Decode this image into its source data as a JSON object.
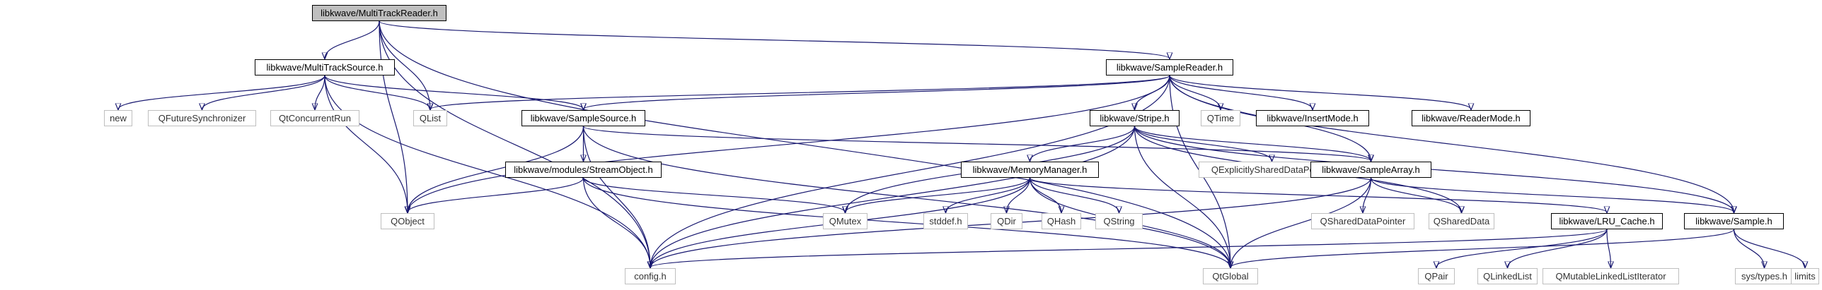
{
  "diagram": {
    "nodes": [
      {
        "id": "root",
        "label": "libkwave/MultiTrackReader.h",
        "kind": "root",
        "link": true
      },
      {
        "id": "mts",
        "label": "libkwave/MultiTrackSource.h",
        "kind": "doc",
        "link": true
      },
      {
        "id": "sr",
        "label": "libkwave/SampleReader.h",
        "kind": "doc",
        "link": true
      },
      {
        "id": "new",
        "label": "new",
        "kind": "ext",
        "link": false
      },
      {
        "id": "qfs",
        "label": "QFutureSynchronizer",
        "kind": "ext",
        "link": false
      },
      {
        "id": "qcr",
        "label": "QtConcurrentRun",
        "kind": "ext",
        "link": false
      },
      {
        "id": "qlist",
        "label": "QList",
        "kind": "ext",
        "link": false
      },
      {
        "id": "ss",
        "label": "libkwave/SampleSource.h",
        "kind": "doc",
        "link": true
      },
      {
        "id": "stripe",
        "label": "libkwave/Stripe.h",
        "kind": "doc",
        "link": true
      },
      {
        "id": "qtime",
        "label": "QTime",
        "kind": "ext",
        "link": false
      },
      {
        "id": "im",
        "label": "libkwave/InsertMode.h",
        "kind": "doc",
        "link": true
      },
      {
        "id": "rm",
        "label": "libkwave/ReaderMode.h",
        "kind": "doc",
        "link": true
      },
      {
        "id": "so",
        "label": "libkwave/modules/StreamObject.h",
        "kind": "doc",
        "link": true
      },
      {
        "id": "mm",
        "label": "libkwave/MemoryManager.h",
        "kind": "doc",
        "link": true
      },
      {
        "id": "qesdp",
        "label": "QExplicitlySharedDataPointer",
        "kind": "ext",
        "link": false
      },
      {
        "id": "sa",
        "label": "libkwave/SampleArray.h",
        "kind": "doc",
        "link": true
      },
      {
        "id": "qobject",
        "label": "QObject",
        "kind": "ext",
        "link": false
      },
      {
        "id": "qmutex",
        "label": "QMutex",
        "kind": "ext",
        "link": false
      },
      {
        "id": "stddef",
        "label": "stddef.h",
        "kind": "ext",
        "link": false
      },
      {
        "id": "qdir",
        "label": "QDir",
        "kind": "ext",
        "link": false
      },
      {
        "id": "qhash",
        "label": "QHash",
        "kind": "ext",
        "link": false
      },
      {
        "id": "qstring",
        "label": "QString",
        "kind": "ext",
        "link": false
      },
      {
        "id": "qsdp",
        "label": "QSharedDataPointer",
        "kind": "ext",
        "link": false
      },
      {
        "id": "qsd",
        "label": "QSharedData",
        "kind": "ext",
        "link": false
      },
      {
        "id": "lru",
        "label": "libkwave/LRU_Cache.h",
        "kind": "doc",
        "link": true
      },
      {
        "id": "sample",
        "label": "libkwave/Sample.h",
        "kind": "doc",
        "link": true
      },
      {
        "id": "config",
        "label": "config.h",
        "kind": "ext",
        "link": false
      },
      {
        "id": "qglobal",
        "label": "QtGlobal",
        "kind": "ext",
        "link": false
      },
      {
        "id": "qpair",
        "label": "QPair",
        "kind": "ext",
        "link": false
      },
      {
        "id": "qll",
        "label": "QLinkedList",
        "kind": "ext",
        "link": false
      },
      {
        "id": "qmlli",
        "label": "QMutableLinkedListIterator",
        "kind": "ext",
        "link": false
      },
      {
        "id": "systypes",
        "label": "sys/types.h",
        "kind": "ext",
        "link": false
      },
      {
        "id": "limits",
        "label": "limits",
        "kind": "ext",
        "link": false
      }
    ],
    "edges": [
      [
        "root",
        "mts"
      ],
      [
        "root",
        "sr"
      ],
      [
        "root",
        "qlist"
      ],
      [
        "root",
        "qobject"
      ],
      [
        "root",
        "config"
      ],
      [
        "root",
        "qglobal"
      ],
      [
        "mts",
        "new"
      ],
      [
        "mts",
        "qfs"
      ],
      [
        "mts",
        "qcr"
      ],
      [
        "mts",
        "qlist"
      ],
      [
        "mts",
        "ss"
      ],
      [
        "mts",
        "qobject"
      ],
      [
        "mts",
        "config"
      ],
      [
        "sr",
        "qlist"
      ],
      [
        "sr",
        "ss"
      ],
      [
        "sr",
        "stripe"
      ],
      [
        "sr",
        "qtime"
      ],
      [
        "sr",
        "im"
      ],
      [
        "sr",
        "rm"
      ],
      [
        "sr",
        "sa"
      ],
      [
        "sr",
        "sample"
      ],
      [
        "sr",
        "qobject"
      ],
      [
        "sr",
        "config"
      ],
      [
        "sr",
        "qglobal"
      ],
      [
        "ss",
        "so"
      ],
      [
        "ss",
        "qobject"
      ],
      [
        "ss",
        "config"
      ],
      [
        "ss",
        "qglobal"
      ],
      [
        "ss",
        "sa"
      ],
      [
        "stripe",
        "mm"
      ],
      [
        "stripe",
        "qesdp"
      ],
      [
        "stripe",
        "sa"
      ],
      [
        "stripe",
        "qmutex"
      ],
      [
        "stripe",
        "config"
      ],
      [
        "stripe",
        "qglobal"
      ],
      [
        "stripe",
        "sample"
      ],
      [
        "stripe",
        "qsd"
      ],
      [
        "so",
        "qobject"
      ],
      [
        "so",
        "qmutex"
      ],
      [
        "so",
        "config"
      ],
      [
        "so",
        "qglobal"
      ],
      [
        "mm",
        "qmutex"
      ],
      [
        "mm",
        "stddef"
      ],
      [
        "mm",
        "qdir"
      ],
      [
        "mm",
        "qhash"
      ],
      [
        "mm",
        "qstring"
      ],
      [
        "mm",
        "lru"
      ],
      [
        "mm",
        "config"
      ],
      [
        "mm",
        "qglobal"
      ],
      [
        "sa",
        "qsdp"
      ],
      [
        "sa",
        "qsd"
      ],
      [
        "sa",
        "sample"
      ],
      [
        "sa",
        "config"
      ],
      [
        "sa",
        "qglobal"
      ],
      [
        "lru",
        "qpair"
      ],
      [
        "lru",
        "qll"
      ],
      [
        "lru",
        "qmlli"
      ],
      [
        "lru",
        "config"
      ],
      [
        "sample",
        "qglobal"
      ],
      [
        "sample",
        "systypes"
      ],
      [
        "sample",
        "limits"
      ]
    ]
  }
}
